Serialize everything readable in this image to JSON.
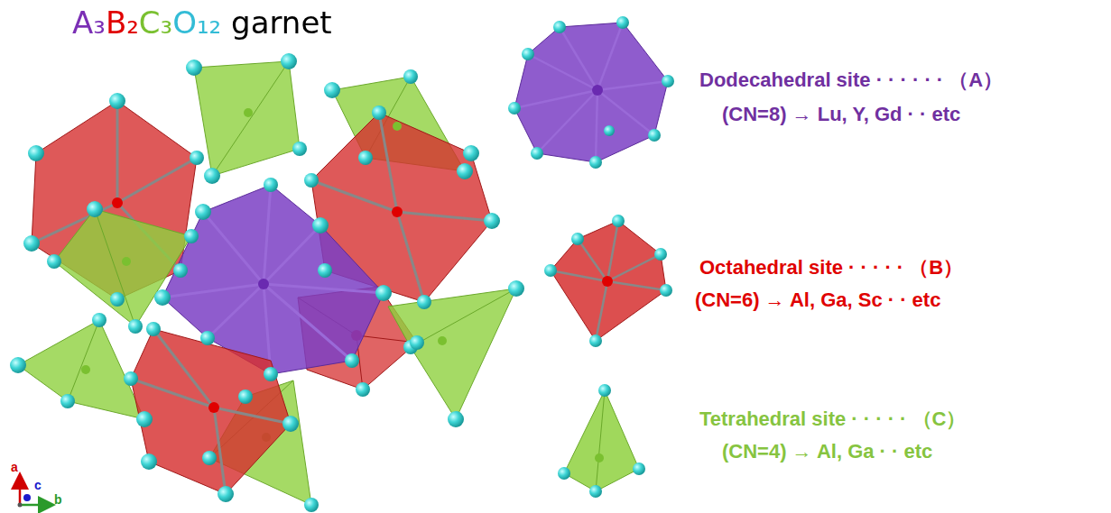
{
  "diagram": {
    "title": "A₃B₂C₃O₁₂ garnet",
    "labels": [
      "Dodecahedral site · · · · · · （A）",
      "(CN=8) → Lu, Y, Gd · · etc",
      "Octahedral site · · · · · （B）",
      "(CN=6) → Al, Ga, Sc · · etc",
      "Tetrahedral site · · · · · （C）",
      "(CN=4) → Al, Ga · · etc",
      "a",
      "c",
      "b"
    ]
  }
}
